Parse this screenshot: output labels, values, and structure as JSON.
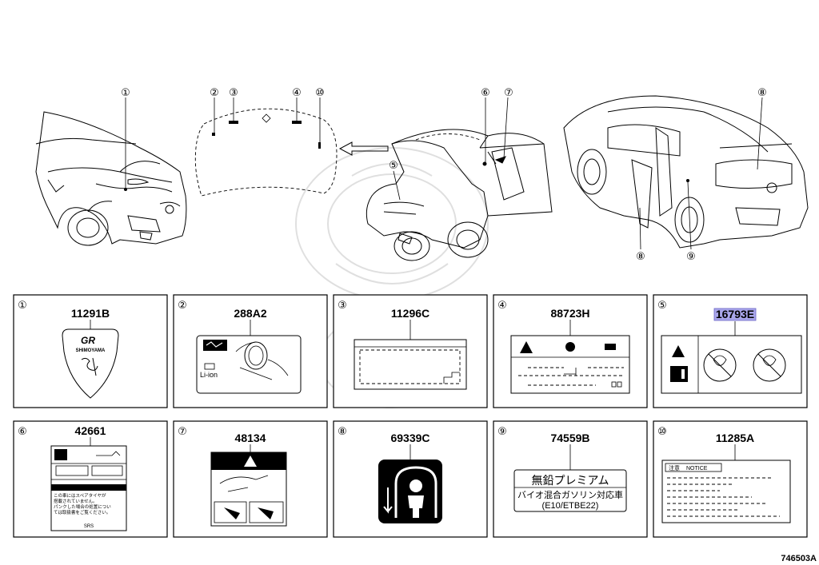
{
  "callouts": {
    "c1": "①",
    "c2": "②",
    "c3": "③",
    "c4": "④",
    "c5": "⑤",
    "c6": "⑥",
    "c7": "⑦",
    "c8": "⑧",
    "c9": "⑨",
    "c10": "⑩"
  },
  "parts": [
    {
      "num": "①",
      "part": "11291B"
    },
    {
      "num": "②",
      "part": "288A2"
    },
    {
      "num": "③",
      "part": "11296C"
    },
    {
      "num": "④",
      "part": "88723H"
    },
    {
      "num": "⑤",
      "part": "16793E"
    },
    {
      "num": "⑥",
      "part": "42661"
    },
    {
      "num": "⑦",
      "part": "48134"
    },
    {
      "num": "⑧",
      "part": "69339C"
    },
    {
      "num": "⑨",
      "part": "74559B"
    },
    {
      "num": "⑩",
      "part": "11285A"
    }
  ],
  "label_text": {
    "badge_gr": "GR",
    "badge_shimoyama": "SHIMOYAMA",
    "li_ion": "Li-ion",
    "srs": "SRS",
    "fuel_line1": "無鉛プレミアム",
    "fuel_line2": "バイオ混合ガソリン対応車",
    "fuel_line3": "(E10/ETBE22)",
    "notice_jp": "注意",
    "notice_en": "NOTICE",
    "tire_l1": "この車にはスペアタイヤが",
    "tire_l2": "搭載されていません。",
    "tire_l3": "パンクした場合の処置につい",
    "tire_l4": "ては取扱書をご覧ください。"
  },
  "highlight_color": "#a9a6ea",
  "figure_code": "746503A"
}
